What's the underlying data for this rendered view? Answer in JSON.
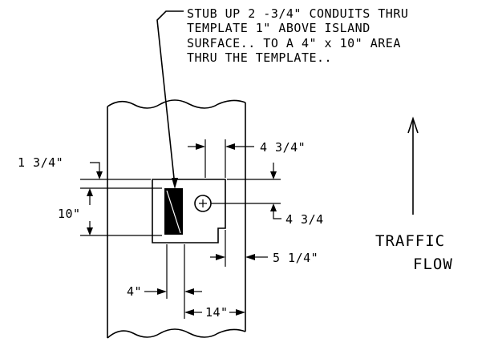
{
  "note": {
    "lines": [
      "STUB UP 2 -3/4\" CONDUITS THRU",
      "TEMPLATE 1\" ABOVE ISLAND",
      "SURFACE..  TO A 4\" x 10\" AREA",
      "THRU THE TEMPLATE.."
    ]
  },
  "dimensions": {
    "top_right": "4 3/4\"",
    "left_top": "1 3/4\"",
    "left_height": "10\"",
    "right_mid": "4 3/4",
    "right_low": "5 1/4\"",
    "bottom_small": "4\"",
    "bottom_width": "14\""
  },
  "traffic": {
    "line1": "TRAFFIC",
    "line2": "FLOW"
  }
}
